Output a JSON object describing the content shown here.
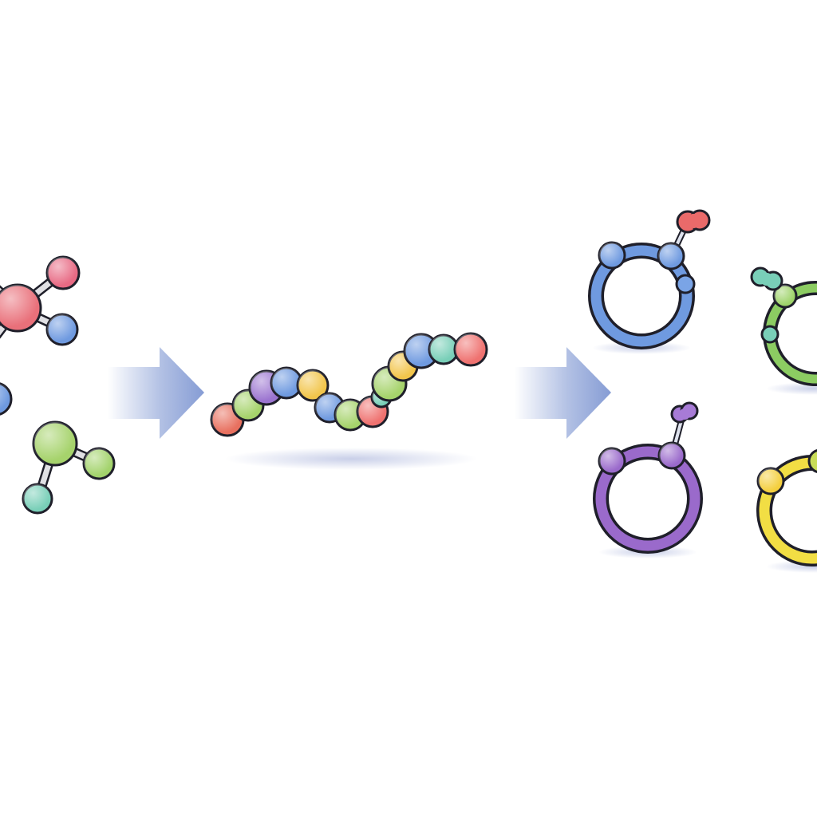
{
  "colors": {
    "background": "#ffffff",
    "outline": "#1f1f2a",
    "bond": "#d8d8dc",
    "arrow": "#7f97d2",
    "shadow": "#c9cfe6",
    "pink": "#ea6a82",
    "red": "#e8705f",
    "salmon": "#ef7270",
    "blue": "#6f9ae0",
    "green": "#a6d36c",
    "teal": "#79cfb8",
    "purple": "#9b74d0",
    "yellow": "#f2c54b",
    "ring_blue": "#6f9ae0",
    "ring_green": "#8ccc62",
    "ring_purple": "#9a6acb",
    "ring_yellow": "#f2de44"
  },
  "diagram": {
    "stages": [
      {
        "name": "monomers",
        "icons": [
          "molecule-icon",
          "molecule-icon",
          "molecule-icon"
        ]
      },
      {
        "name": "chain",
        "icons": [
          "bead-chain-icon"
        ]
      },
      {
        "name": "rings",
        "icons": [
          "ring-icon",
          "ring-icon",
          "ring-icon",
          "ring-icon"
        ]
      }
    ],
    "arrows": [
      "right-arrow-icon",
      "right-arrow-icon"
    ]
  }
}
